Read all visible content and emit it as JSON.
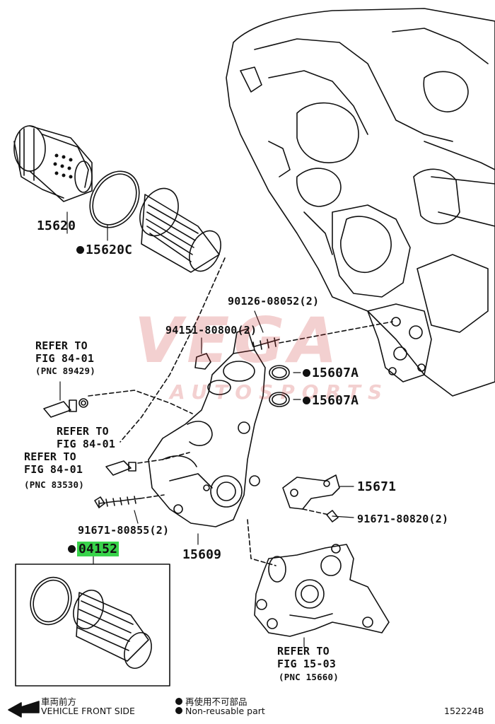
{
  "diagram_id": "152224B",
  "watermark": {
    "line1": "VEGA",
    "line2": "AUTOSPORTS",
    "color": "#c82828"
  },
  "highlight_color": "#39d34b",
  "parts": {
    "p15620": "15620",
    "p15620c": "15620C",
    "p90126": "90126-08052(2)",
    "p94151": "94151-80800(2)",
    "p15607a_1": "15607A",
    "p15607a_2": "15607A",
    "p15671": "15671",
    "p91671_80820": "91671-80820(2)",
    "p91671_80855": "91671-80855(2)",
    "p15609": "15609",
    "p04152": "04152"
  },
  "refs": {
    "ref1": {
      "line1": "REFER TO",
      "line2": "FIG 84-01",
      "line3": "(PNC 89429)"
    },
    "ref2": {
      "line1": "REFER TO",
      "line2": "FIG 84-01"
    },
    "ref3": {
      "line1": "REFER TO",
      "line2": "FIG 84-01",
      "line3": "(PNC 83530)"
    },
    "ref4": {
      "line1": "REFER TO",
      "line2": "FIG 15-03",
      "line3": "(PNC 15660)"
    }
  },
  "legend": {
    "front_jp": "車両前方",
    "front_en": "VEHICLE FRONT SIDE",
    "reuse_jp": "再使用不可部品",
    "reuse_en": "Non-reusable part"
  }
}
